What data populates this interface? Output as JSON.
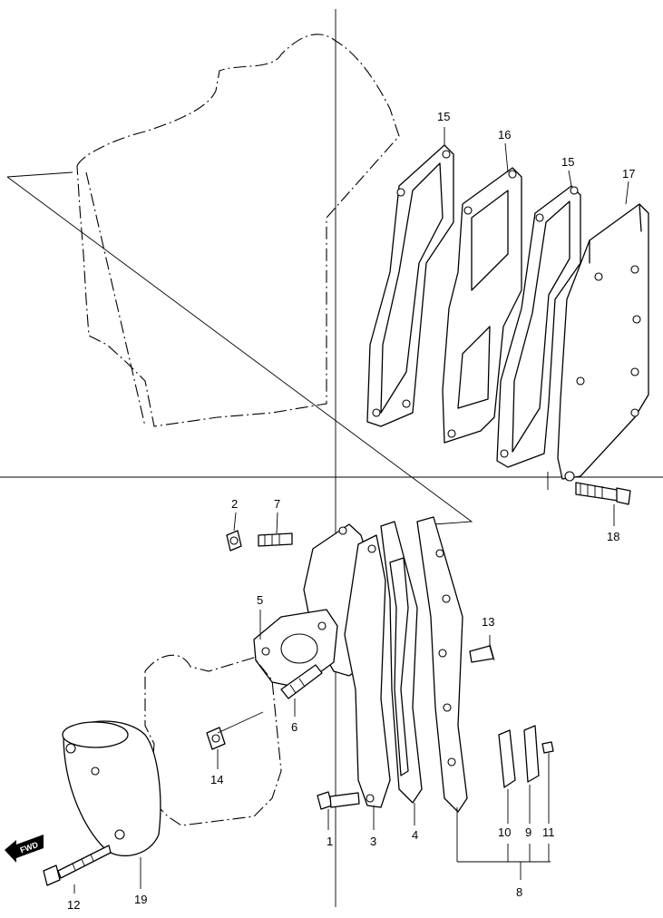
{
  "callouts": [
    {
      "id": "1",
      "label": "1"
    },
    {
      "id": "2",
      "label": "2"
    },
    {
      "id": "3",
      "label": "3"
    },
    {
      "id": "4",
      "label": "4"
    },
    {
      "id": "5",
      "label": "5"
    },
    {
      "id": "6",
      "label": "6"
    },
    {
      "id": "7",
      "label": "7"
    },
    {
      "id": "8",
      "label": "8"
    },
    {
      "id": "9",
      "label": "9"
    },
    {
      "id": "10",
      "label": "10"
    },
    {
      "id": "11",
      "label": "11"
    },
    {
      "id": "12",
      "label": "12"
    },
    {
      "id": "13",
      "label": "13"
    },
    {
      "id": "14",
      "label": "14"
    },
    {
      "id": "15a",
      "label": "15"
    },
    {
      "id": "15b",
      "label": "15"
    },
    {
      "id": "16",
      "label": "16"
    },
    {
      "id": "17",
      "label": "17"
    },
    {
      "id": "18",
      "label": "18"
    },
    {
      "id": "19",
      "label": "19"
    }
  ],
  "fwd_badge": {
    "label": "FWD"
  }
}
